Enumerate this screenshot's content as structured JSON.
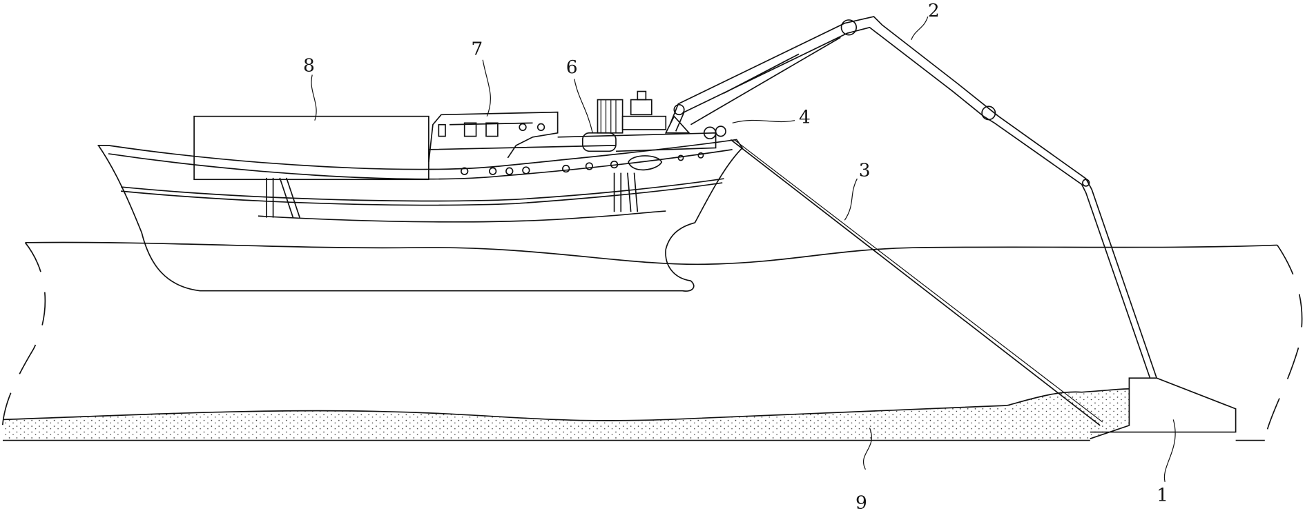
{
  "labels": {
    "l1": "1",
    "l2": "2",
    "l3": "3",
    "l4": "4",
    "l6": "6",
    "l7": "7",
    "l8": "8",
    "l9": "9"
  },
  "colors": {
    "line": "#111111",
    "background": "#ffffff"
  }
}
